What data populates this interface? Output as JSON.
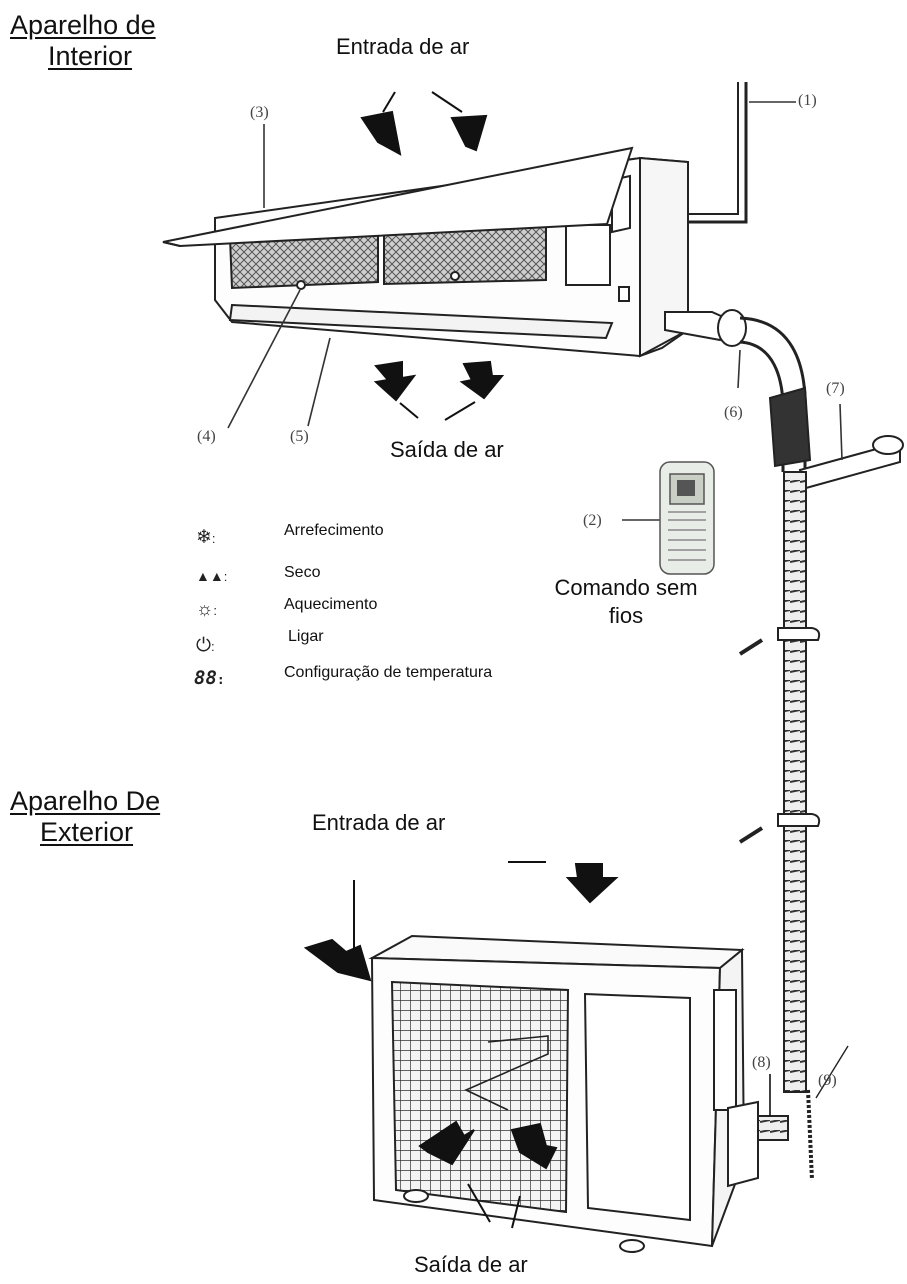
{
  "indoor": {
    "title_line1": "Aparelho de",
    "title_line2": "Interior",
    "air_in": "Entrada de ar",
    "air_out": "Saída de ar"
  },
  "outdoor": {
    "title_line1": "Aparelho De",
    "title_line2": "Exterior",
    "air_in": "Entrada de ar",
    "air_out": "Saída de ar"
  },
  "remote": {
    "label_line1": "Comando sem",
    "label_line2": "fios"
  },
  "parts": [
    "(1)",
    "(2)",
    "(3)",
    "(4)",
    "(5)",
    "(6)",
    "(7)",
    "(8)",
    "(9)"
  ],
  "legend": [
    {
      "icon": "snowflake-icon",
      "text": "Arrefecimento"
    },
    {
      "icon": "drops-icon",
      "text": "Seco"
    },
    {
      "icon": "sun-icon",
      "text": "Aquecimento"
    },
    {
      "icon": "power-icon",
      "text": "Ligar"
    },
    {
      "icon": "digits-icon",
      "text": "Configuração de temperatura"
    }
  ],
  "colors": {
    "ink": "#111111",
    "line": "#222222"
  }
}
